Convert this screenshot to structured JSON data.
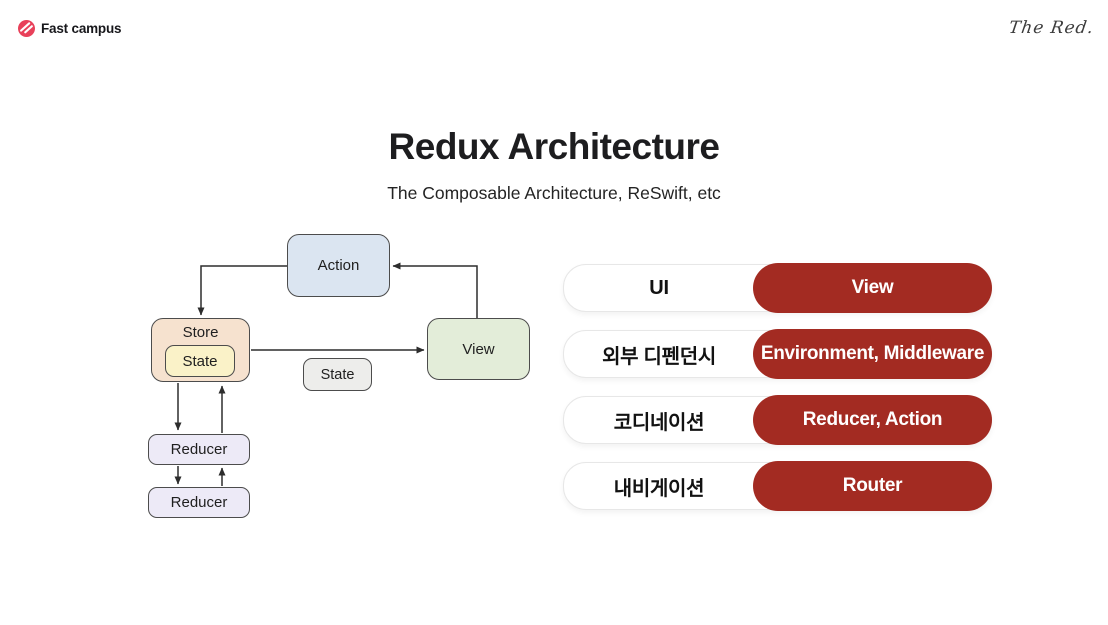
{
  "header": {
    "brand_label": "Fast campus",
    "watermark": "The Red."
  },
  "slide": {
    "title": "Redux Architecture",
    "subtitle": "The Composable Architecture, ReSwift, etc"
  },
  "diagram": {
    "nodes": {
      "action": "Action",
      "store": "Store",
      "store_state": "State",
      "state": "State",
      "view": "View",
      "reducer1": "Reducer",
      "reducer2": "Reducer"
    },
    "colors": {
      "action_fill": "#dbe5f1",
      "store_fill": "#f6e2cf",
      "store_state_fill": "#faf2c8",
      "state_fill": "#ededeb",
      "view_fill": "#e3edd9",
      "reducer_fill": "#edeaf7",
      "border_stroke": "#4c4c4c",
      "arrow_stroke": "#2d2d2d"
    },
    "arrows": [
      "Action -> Store",
      "View -> Action",
      "Store -> View",
      "Store -> Reducer",
      "Reducer -> Store",
      "Reducer -> Reducer",
      "Reducer -> Reducer"
    ]
  },
  "mapping": {
    "badge_color": "#a32b22",
    "rows": [
      {
        "label": "UI",
        "value": "View"
      },
      {
        "label": "외부 디펜던시",
        "value": "Environment, Middleware"
      },
      {
        "label": "코디네이션",
        "value": "Reducer, Action"
      },
      {
        "label": "내비게이션",
        "value": "Router"
      }
    ]
  }
}
